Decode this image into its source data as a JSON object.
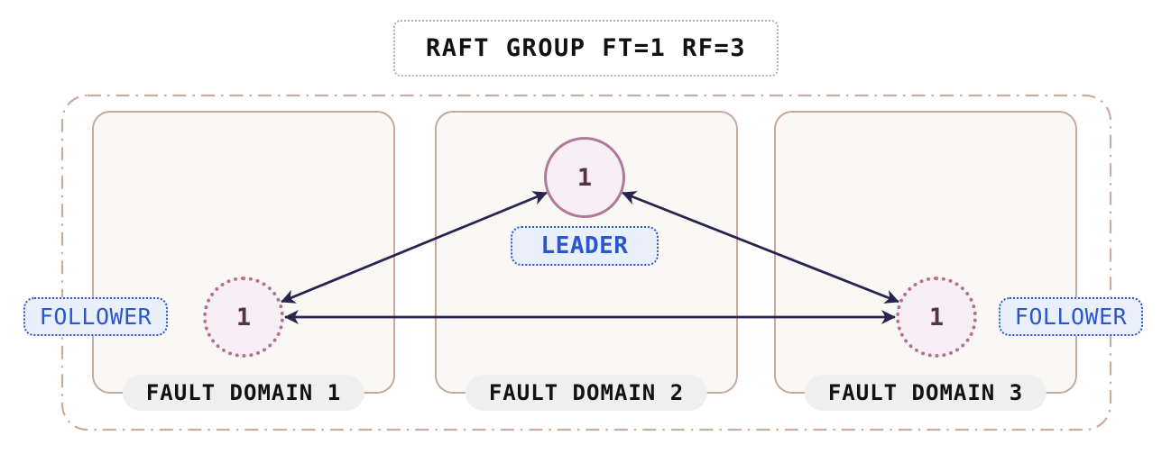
{
  "title": "RAFT GROUP FT=1 RF=3",
  "group": {
    "fault_domains": [
      "FAULT DOMAIN 1",
      "FAULT DOMAIN 2",
      "FAULT DOMAIN 3"
    ],
    "nodes": {
      "leader": {
        "value": "1",
        "role": "LEADER",
        "domain": "FAULT DOMAIN 2"
      },
      "follower_left": {
        "value": "1",
        "role": "FOLLOWER",
        "domain": "FAULT DOMAIN 1"
      },
      "follower_right": {
        "value": "1",
        "role": "FOLLOWER",
        "domain": "FAULT DOMAIN 3"
      }
    },
    "connections": [
      {
        "from": "follower_left",
        "to": "leader",
        "bidirectional": true
      },
      {
        "from": "leader",
        "to": "follower_right",
        "bidirectional": true
      },
      {
        "from": "follower_left",
        "to": "follower_right",
        "bidirectional": true
      }
    ]
  },
  "colors": {
    "arrow": "#2a2350",
    "outer_boundary_border": "#c9ad9e",
    "domain_border": "#c6aa9b",
    "domain_fill": "#faf8f5",
    "leader_node_border": "#b1799b",
    "follower_node_border": "#b4718f",
    "node_fill": "#f7eff4",
    "node_number_text": "#533345",
    "role_label_text": "#2a57ce",
    "role_label_fill": "#e9f0fc",
    "domain_pill_bg": "#efefef",
    "title_text": "#111111",
    "title_border": "#b2b2b2"
  }
}
